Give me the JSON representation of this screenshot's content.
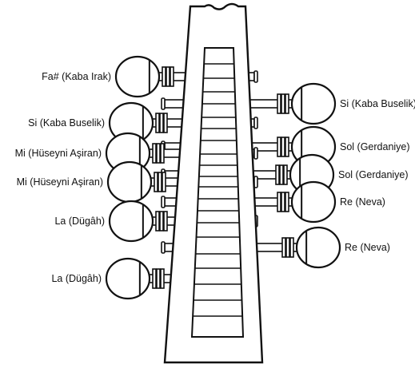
{
  "colors": {
    "stroke": "#111111",
    "background": "#ffffff",
    "peg_fill": "#ffffff"
  },
  "pegs": {
    "left": [
      {
        "label": "Fa# (Kaba Irak)"
      },
      {
        "label": "Si (Kaba Buselik)"
      },
      {
        "label": "Mi (Hüseyni Aşiran)"
      },
      {
        "label": "Mi (Hüseyni Aşiran)"
      },
      {
        "label": "La (Dügâh)"
      },
      {
        "label": "La (Dügâh)"
      }
    ],
    "right": [
      {
        "label": "Si (Kaba Buselik)"
      },
      {
        "label": "Sol (Gerdaniye)"
      },
      {
        "label": "Sol (Gerdaniye)"
      },
      {
        "label": "Re (Neva)"
      },
      {
        "label": "Re (Neva)"
      }
    ]
  }
}
